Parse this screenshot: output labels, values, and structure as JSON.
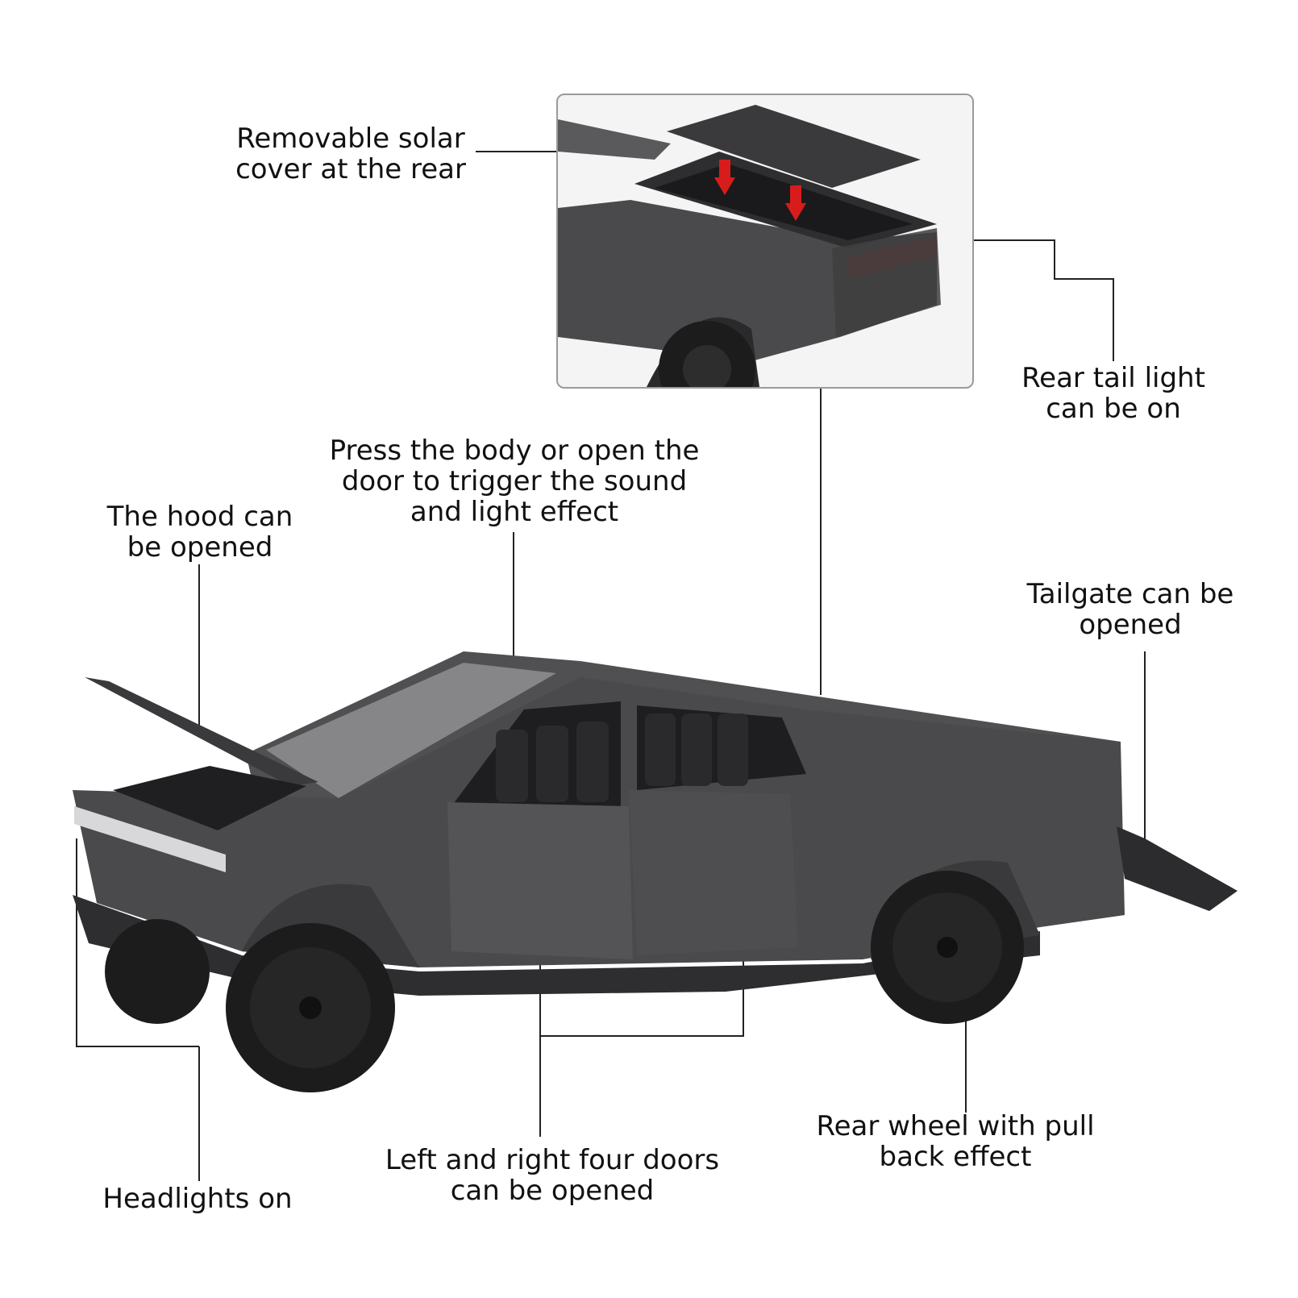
{
  "labels": {
    "solar_cover": [
      "Removable solar",
      "cover at the rear"
    ],
    "rear_tail_light": [
      "Rear tail light",
      "can be on"
    ],
    "press_body": [
      "Press the body or open the",
      "door to trigger the sound",
      "and light effect"
    ],
    "hood": [
      "The hood can",
      "be opened"
    ],
    "tailgate": [
      "Tailgate can be",
      "opened"
    ],
    "rear_wheel": [
      "Rear wheel with pull",
      "back effect"
    ],
    "four_doors": [
      "Left and right four doors",
      "can be opened"
    ],
    "headlights": [
      "Headlights on"
    ]
  },
  "colors": {
    "body": "#4a4a4c",
    "body_dark": "#2e2e30",
    "body_light": "#6a6a6c",
    "tire": "#1c1c1c",
    "glass": "#8f8f92",
    "tail_light": "#8a2a2e",
    "arrow_red": "#d81c1c",
    "leader": "#222222"
  }
}
